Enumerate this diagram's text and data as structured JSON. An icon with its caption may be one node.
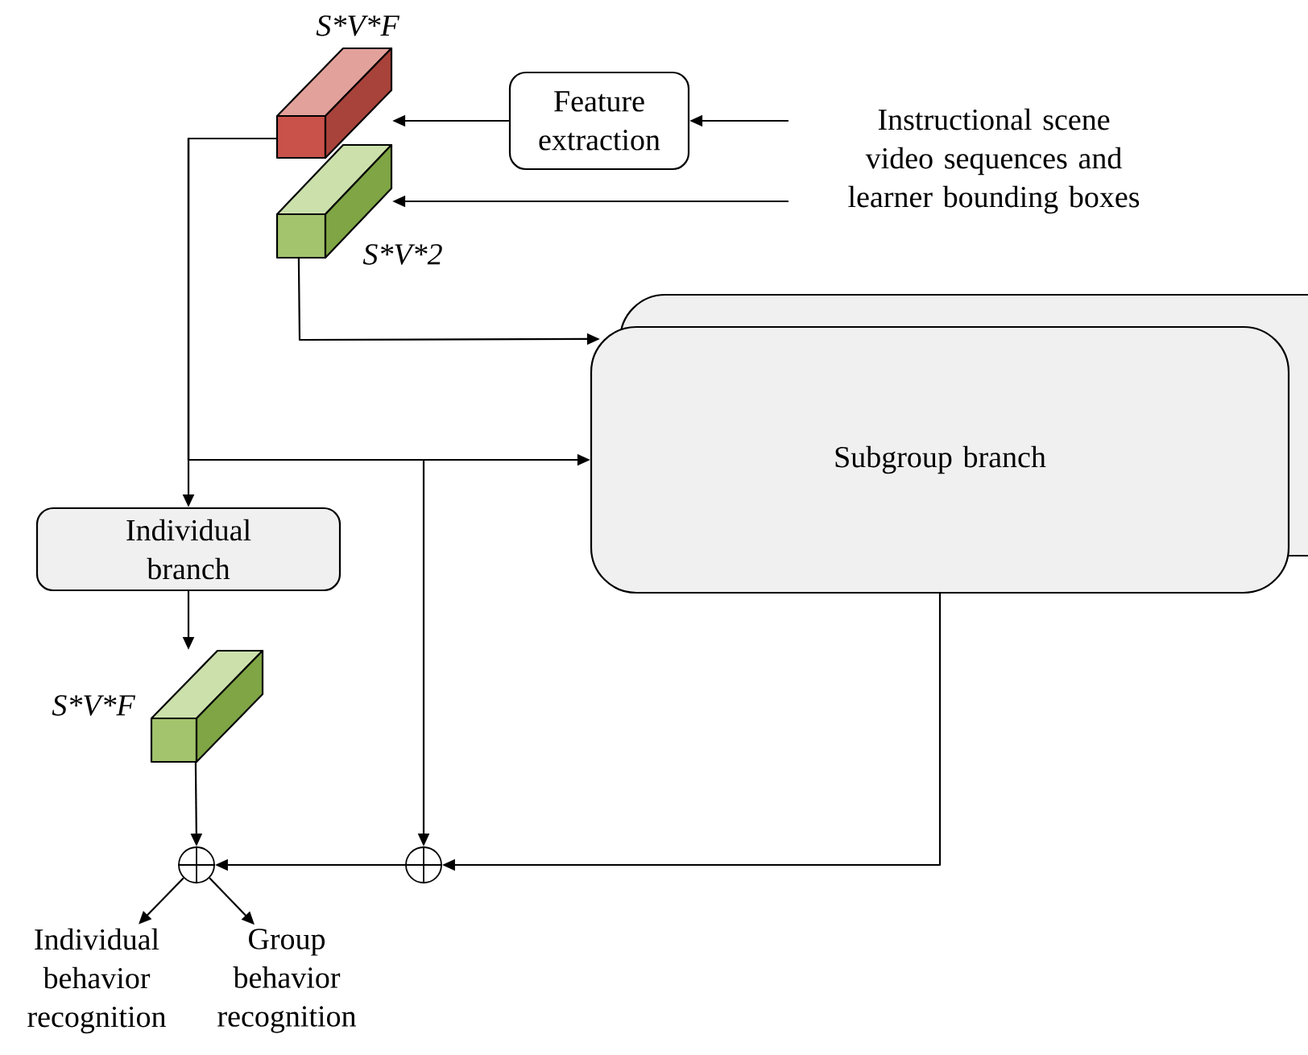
{
  "diagram": {
    "nodes": [
      {
        "text": [
          "Instructional scene video sequences and learner bounding boxes"
        ]
      },
      {
        "text": [
          "Feature extraction"
        ]
      },
      {
        "text": [],
        "shape": "box",
        "beside": [
          "S*V*F"
        ]
      },
      {
        "text": [],
        "shape": "box",
        "beside": [
          "S*V*2"
        ]
      },
      {
        "text": [
          "Subgroup branch"
        ]
      },
      {
        "text": [
          "Individual branch"
        ]
      },
      {
        "text": [],
        "shape": "box",
        "beside": [
          "S*V*F"
        ]
      },
      {
        "text": [],
        "shape": "circle"
      },
      {
        "text": [],
        "shape": "circle"
      },
      {
        "text": [
          "Individual behavior recognition"
        ]
      },
      {
        "text": [
          "Group behavior recognition"
        ]
      }
    ],
    "edges": [
      {
        "from": 0,
        "to": 1,
        "arrow": "to"
      },
      {
        "from": 1,
        "to": 2,
        "arrow": "to"
      },
      {
        "from": 0,
        "to": 3,
        "arrow": "to"
      },
      {
        "from": 3,
        "to": 4,
        "arrow": "to"
      },
      {
        "from": 2,
        "to": 5,
        "arrow": "to"
      },
      {
        "from": 2,
        "to": 4,
        "arrow": "to"
      },
      {
        "from": 2,
        "to": 8,
        "arrow": "to"
      },
      {
        "from": 5,
        "to": 6,
        "arrow": "to"
      },
      {
        "from": 6,
        "to": 7,
        "arrow": "to"
      },
      {
        "from": 4,
        "to": 8,
        "arrow": "to"
      },
      {
        "from": 8,
        "to": 7,
        "arrow": "to"
      },
      {
        "from": 7,
        "to": 9,
        "arrow": "to"
      },
      {
        "from": 7,
        "to": 10,
        "arrow": "to"
      }
    ]
  }
}
